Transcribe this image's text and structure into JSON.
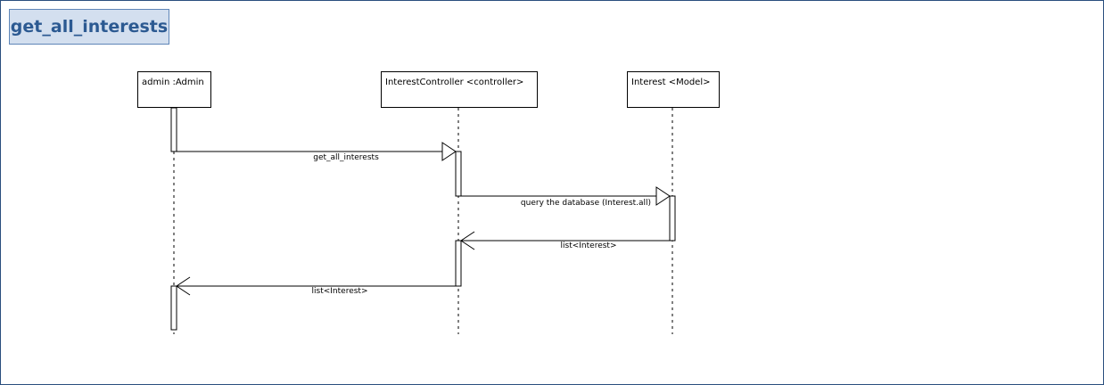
{
  "diagram": {
    "title": "get_all_interests",
    "lifelines": [
      {
        "id": "admin",
        "label": "admin :Admin"
      },
      {
        "id": "controller",
        "label": "InterestController <controller>"
      },
      {
        "id": "model",
        "label": "Interest <Model>"
      }
    ],
    "messages": [
      {
        "label": "get_all_interests",
        "from": "admin",
        "to": "controller",
        "kind": "call"
      },
      {
        "label": "query the database (Interest.all)",
        "from": "controller",
        "to": "model",
        "kind": "call"
      },
      {
        "label": "list<Interest>",
        "from": "model",
        "to": "controller",
        "kind": "return"
      },
      {
        "label": "list<Interest>",
        "from": "controller",
        "to": "admin",
        "kind": "return"
      }
    ],
    "colors": {
      "frame_border": "#2a4f7e",
      "title_fill": "#d3dfef",
      "title_border": "#5f86b8",
      "title_text": "#2c5a92",
      "line": "#000000"
    }
  }
}
